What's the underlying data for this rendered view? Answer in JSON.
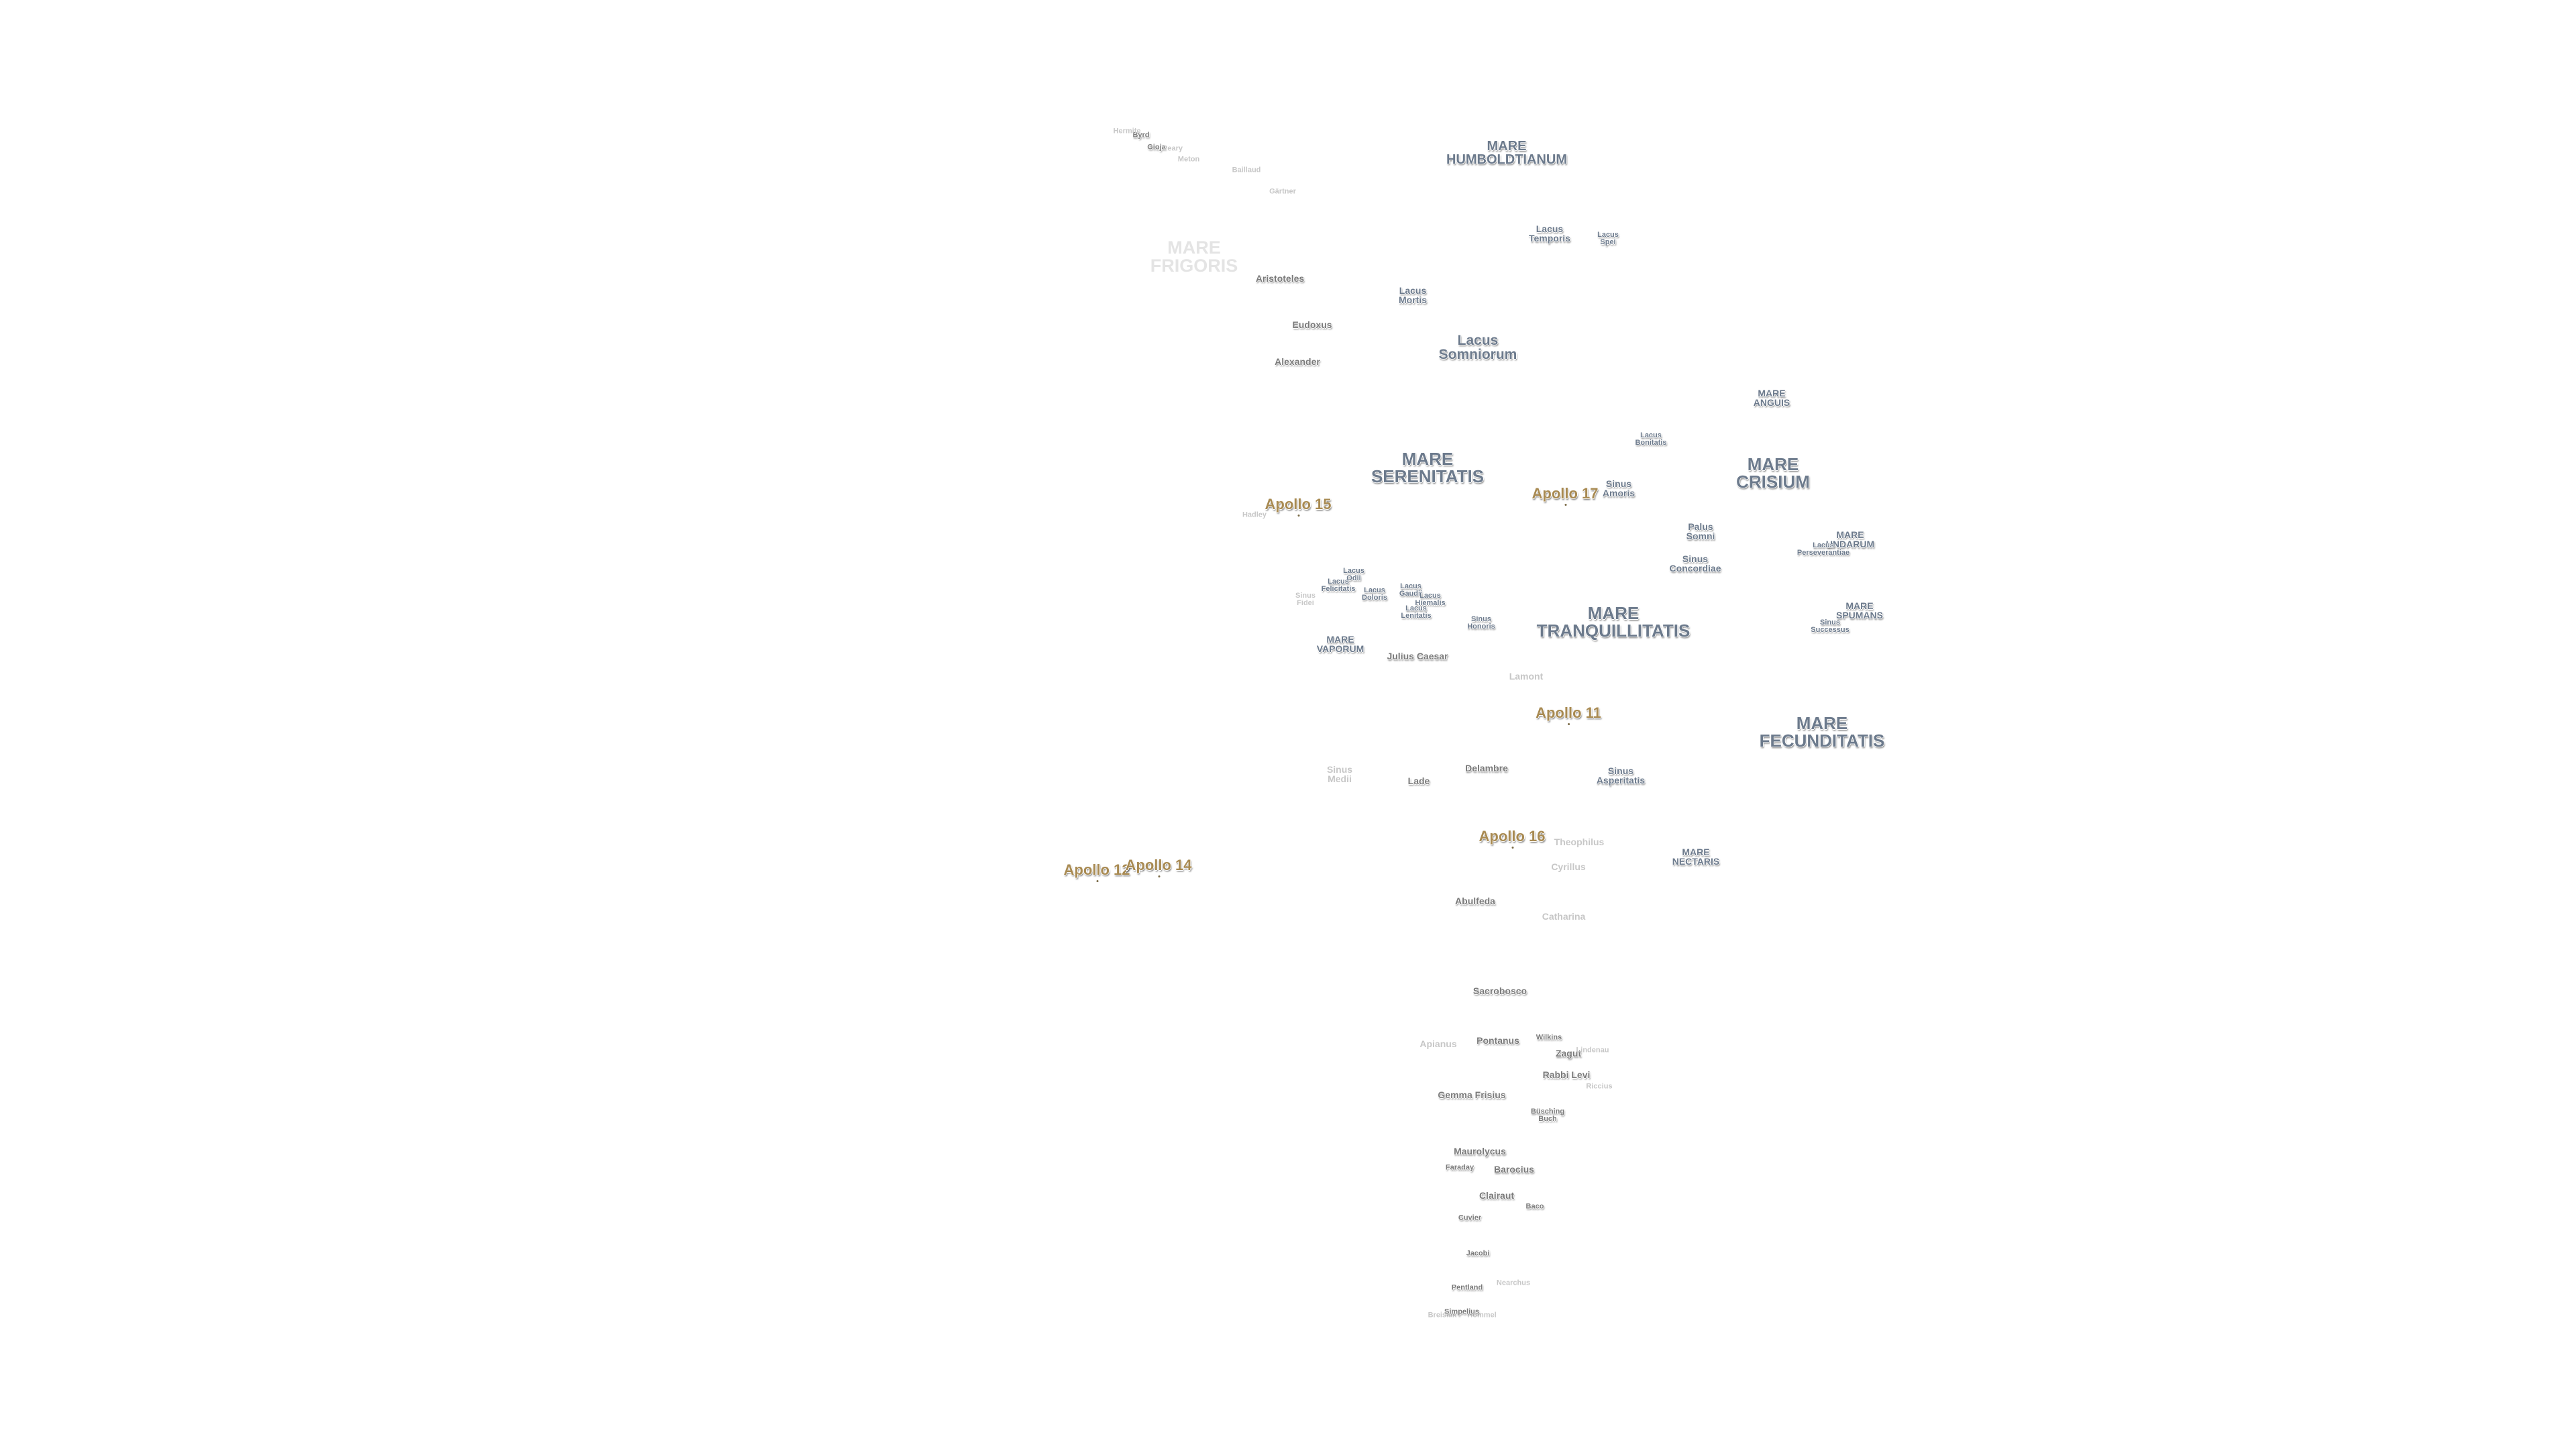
{
  "map": {
    "colors": {
      "background": "#ffffff",
      "feature_label": "#6c7a8c",
      "crater_label": "#7a7a7a",
      "faded_label": "#c7c7c7",
      "apollo_label": "#a88a52"
    },
    "labels": {
      "mare_humboldtianum": "MARE\nHUMBOLDTIANUM",
      "mare_frigoris": "MARE\nFRIGORIS",
      "mare_serenitatis": "MARE\nSERENITATIS",
      "mare_crisium": "MARE\nCRISIUM",
      "mare_anguis": "MARE\nANGUIS",
      "mare_undarum": "MARE\nUNDARUM",
      "mare_spumans": "MARE\nSPUMANS",
      "mare_tranquillitatis": "MARE\nTRANQUILLITATIS",
      "mare_vaporum": "MARE\nVAPORUM",
      "mare_fecunditatis": "MARE\nFECUNDITATIS",
      "mare_nectaris": "MARE\nNECTARIS",
      "lacus_temporis": "Lacus\nTemporis",
      "lacus_spei": "Lacus\nSpei",
      "lacus_mortis": "Lacus\nMortis",
      "lacus_somniorum": "Lacus\nSomniorum",
      "lacus_bonitatis": "Lacus\nBonitatis",
      "sinus_amoris": "Sinus\nAmoris",
      "palus_somni": "Palus\nSomni",
      "sinus_concordiae": "Sinus\nConcordiae",
      "lacus_perseverantiae": "Lacus\nPerseverantiae",
      "sinus_successus": "Sinus\nSuccessus",
      "lacus_odii": "Lacus\nOdii",
      "lacus_felicitatis": "Lacus\nFelicitatis",
      "sinus_fidei": "Sinus\nFidei",
      "lacus_doloris": "Lacus\nDoloris",
      "lacus_gaudii": "Lacus\nGaudii",
      "lacus_hiemalis": "Lacus\nHiemalis",
      "lacus_lenitatis": "Lacus\nLenitatis",
      "sinus_honoris": "Sinus\nHonoris",
      "sinus_medii": "Sinus\nMedii",
      "sinus_asperitatis": "Sinus\nAsperitatis",
      "byrd": "Byrd",
      "gioja": "Gioja",
      "peary": "Peary",
      "hermite": "Hermite",
      "meton": "Meton",
      "baillaud": "Baillaud",
      "aristoteles": "Aristoteles",
      "eudoxus": "Eudoxus",
      "alexander": "Alexander",
      "julius_caesar": "Julius Caesar",
      "lamont": "Lamont",
      "delambre": "Delambre",
      "lade": "Lade",
      "theophilus": "Theophilus",
      "cyrillus": "Cyrillus",
      "abulfeda": "Abulfeda",
      "catharina": "Catharina",
      "sacrobosco": "Sacrobosco",
      "apianus": "Apianus",
      "pontanus": "Pontanus",
      "wilkins": "Wilkins",
      "zagut": "Zagut",
      "rabbi_levi": "Rabbi Levi",
      "gemma_frisius": "Gemma Frisius",
      "buching_buch": "Büsching\nBuch",
      "maurolycus": "Maurolycus",
      "faraday": "Faraday",
      "barocius": "Barocius",
      "clairaut": "Clairaut",
      "cuvier": "Cuvier",
      "baco": "Baco",
      "jacobi": "Jacobi",
      "pentland": "Pentland",
      "simpelius": "Simpelius",
      "apollo_15": "Apollo 15",
      "apollo_17": "Apollo 17",
      "apollo_11": "Apollo 11",
      "apollo_16": "Apollo 16",
      "apollo_12": "Apollo 12",
      "apollo_14": "Apollo 14"
    }
  }
}
